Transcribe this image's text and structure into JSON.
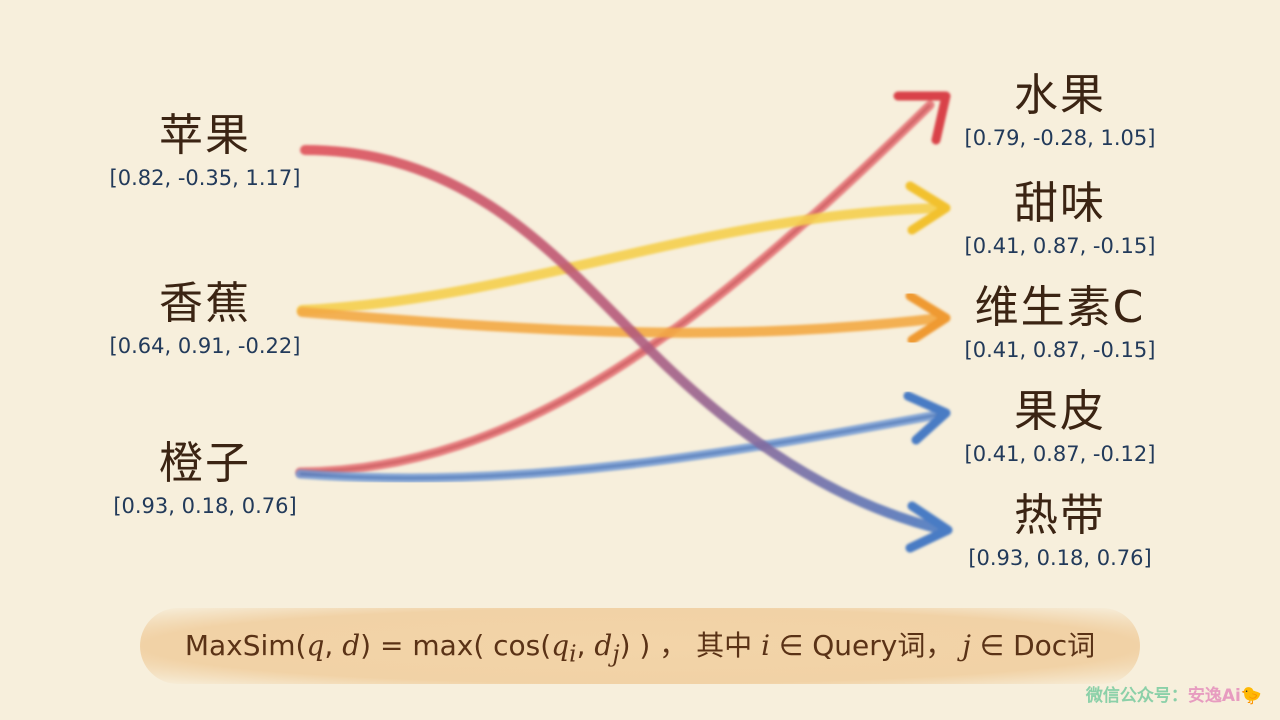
{
  "left_terms": [
    {
      "word": "苹果",
      "vector": "[0.82, -0.35, 1.17]",
      "color": "#d9434a"
    },
    {
      "word": "香蕉",
      "vector": "[0.64, 0.91, -0.22]",
      "color": "#f2c12e"
    },
    {
      "word": "橙子",
      "vector": "[0.93, 0.18, 0.76]",
      "color": "#3f6fb5"
    }
  ],
  "right_terms": [
    {
      "word": "水果",
      "vector": "[0.79, -0.28, 1.05]"
    },
    {
      "word": "甜味",
      "vector": "[0.41, 0.87, -0.15]"
    },
    {
      "word": "维生素C",
      "vector": "[0.41, 0.87, -0.15]"
    },
    {
      "word": "果皮",
      "vector": "[0.41, 0.87, -0.12]"
    },
    {
      "word": "热带",
      "vector": "[0.93, 0.18, 0.76]"
    }
  ],
  "connections": [
    {
      "from": "橙子",
      "to": "水果",
      "color": "#d9434a"
    },
    {
      "from": "香蕉",
      "to": "甜味",
      "color": "#f2c12e"
    },
    {
      "from": "香蕉",
      "to": "维生素C",
      "color": "#f0a03c"
    },
    {
      "from": "橙子",
      "to": "果皮",
      "color": "#4a7bc4"
    },
    {
      "from": "苹果",
      "to": "热带",
      "color": "#d9434a"
    }
  ],
  "formula": {
    "lhs": "MaxSim(",
    "q": "q",
    "comma1": ", ",
    "d": "d",
    "mid": ") = max( cos(",
    "qi": "q",
    "i_sub": "i",
    "comma2": ", ",
    "dj": "d",
    "j_sub": "j",
    "close": ") ) ，",
    "cn1": " 其中 ",
    "i": "i",
    "in1": " ∈ Query词， ",
    "j": "j",
    "in2": " ∈ Doc词"
  },
  "watermark": {
    "prefix": "微信公众号：",
    "brand": "安逸Ai",
    "emoji": "🐤"
  }
}
